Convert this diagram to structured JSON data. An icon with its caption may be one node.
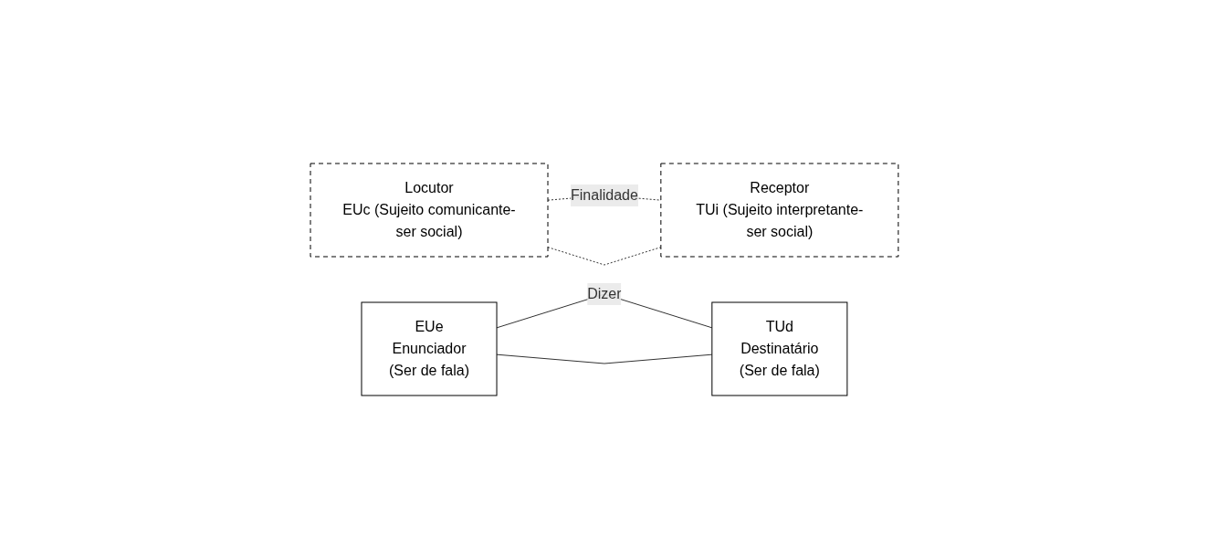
{
  "diagram": {
    "nodes": [
      {
        "text": [
          "Locutor",
          "EUc (Sujeito comunicante-ser social)"
        ]
      },
      {
        "text": [
          "EUe",
          "Enunciador",
          "(Ser de fala)"
        ]
      },
      {
        "text": [
          "TUd",
          "Destinatário",
          "(Ser de fala)"
        ]
      },
      {
        "text": [
          "Receptor",
          "TUi (Sujeito interpretante-ser social)"
        ]
      }
    ],
    "edges": [
      {
        "from": 0,
        "to": 3,
        "arrow": "none",
        "style": "dashed",
        "label": "Finalidade"
      },
      {
        "from": 1,
        "to": 2,
        "arrow": "none",
        "label": "Dizer"
      },
      {
        "from": 1,
        "to": 2,
        "arrow": "none"
      },
      {
        "from": 0,
        "to": 3,
        "arrow": "none",
        "style": "dashed"
      }
    ]
  }
}
